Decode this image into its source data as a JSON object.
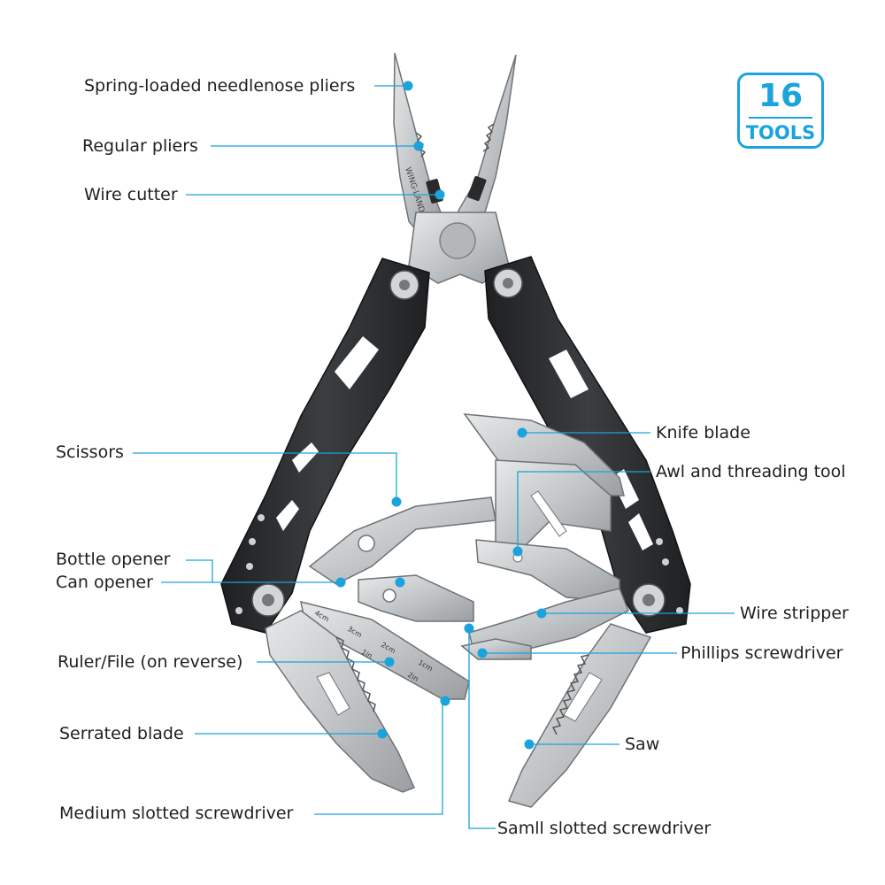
{
  "badge": {
    "count": "16",
    "word": "TOOLS"
  },
  "colors": {
    "accent": "#1aa3dc",
    "handle": "#2b2d2f",
    "steel": "#c9ccce",
    "steel_dark": "#8e9295",
    "text": "#1f1f1f"
  },
  "labels": {
    "needlenose": "Spring-loaded needlenose pliers",
    "regular_pliers": "Regular pliers",
    "wire_cutter": "Wire cutter",
    "scissors": "Scissors",
    "bottle_opener": "Bottle opener",
    "can_opener": "Can opener",
    "ruler_file": "Ruler/File (on reverse)",
    "serrated_blade": "Serrated blade",
    "medium_screwdriver": "Medium slotted screwdriver",
    "knife_blade": "Knife blade",
    "awl": "Awl and threading tool",
    "wire_stripper": "Wire stripper",
    "phillips": "Phillips screwdriver",
    "saw": "Saw",
    "small_screwdriver": "Samll slotted screwdriver"
  },
  "engraving": {
    "brand": "WING·LAND"
  },
  "ruler_marks": [
    "4cm",
    "3cm",
    "2cm",
    "1cm",
    "1in",
    "2in"
  ]
}
